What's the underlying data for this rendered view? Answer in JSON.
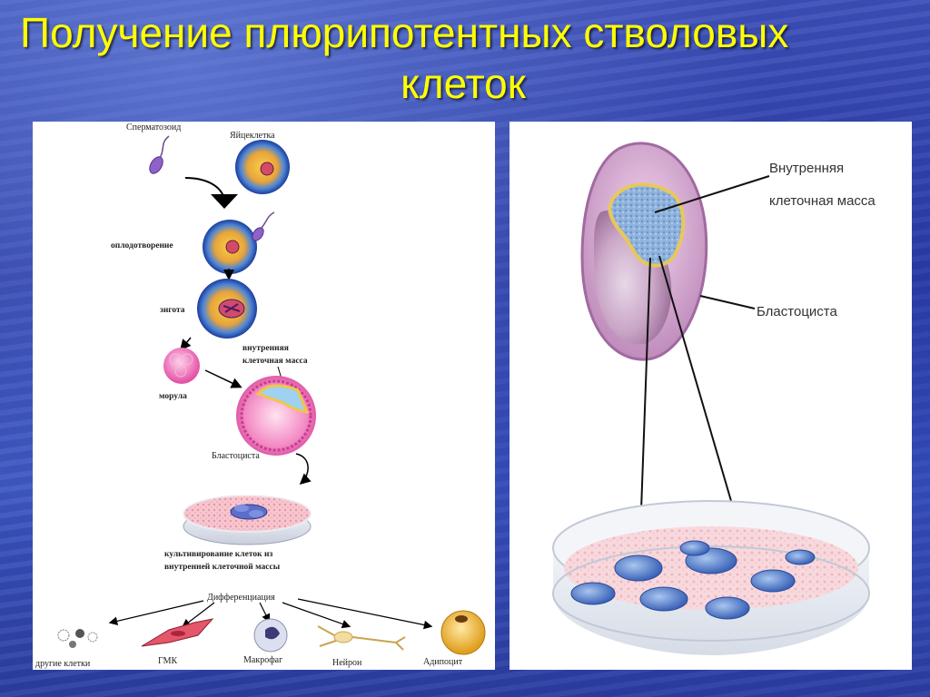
{
  "slide": {
    "title_line1": "Получение плюрипотентных стволовых",
    "title_line2": "клеток"
  },
  "left_diagram": {
    "sperm": "Сперматозоид",
    "egg": "Яйцеклетка",
    "fertilization": "оплодотворение",
    "zygote": "зигота",
    "inner_mass_line1": "внутренняя",
    "inner_mass_line2": "клеточная масса",
    "morula": "морула",
    "blastocyst": "Бластоциста",
    "culture_line1": "культивирование клеток из",
    "culture_line2": "внутренней клеточной массы",
    "differentiation": "Дифференциация",
    "cell_types": {
      "other": "другие клетки",
      "smc": "ГМК",
      "macrophage": "Макрофаг",
      "neuron": "Нейрон",
      "adipocyte": "Адипоцит"
    }
  },
  "right_diagram": {
    "inner_mass_line1": "Внутренняя",
    "inner_mass_line2": "клеточная масса",
    "blastocyst": "Бластоциста"
  }
}
